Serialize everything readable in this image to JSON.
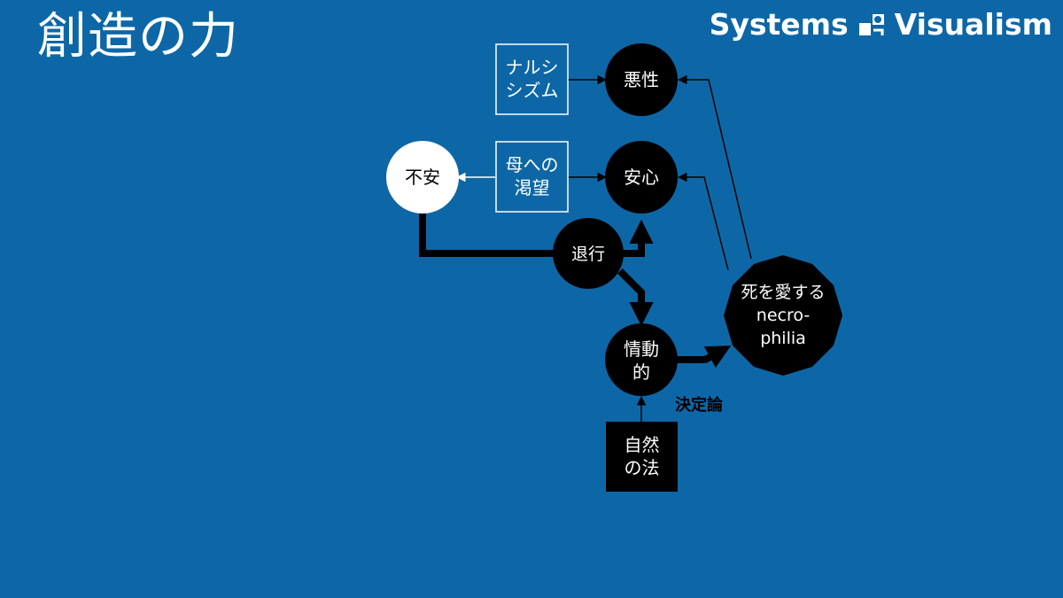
{
  "title": "創造の力",
  "brand": {
    "name_left": "Systems",
    "name_right": "Visualism",
    "logo_icon": "systems-visualism-logo-icon"
  },
  "colors": {
    "background": "#0d67a7",
    "node_dark": "#000000",
    "node_light": "#ffffff",
    "text_light": "#ffffff",
    "text_dark": "#000000"
  },
  "nodes": {
    "narcissism": {
      "line1": "ナルシ",
      "line2": "シズム"
    },
    "akusei": {
      "label": "悪性"
    },
    "haha": {
      "line1": "母への",
      "line2": "渇望"
    },
    "anshin": {
      "label": "安心"
    },
    "fuan": {
      "label": "不安"
    },
    "taiko": {
      "label": "退行"
    },
    "jodo": {
      "line1": "情動",
      "line2": "的"
    },
    "necro": {
      "line1": "死を愛する",
      "line2": "necro-",
      "line3": "philia"
    },
    "shizen": {
      "line1": "自然",
      "line2": "の法"
    }
  },
  "annotations": {
    "determinism": "決定論"
  }
}
